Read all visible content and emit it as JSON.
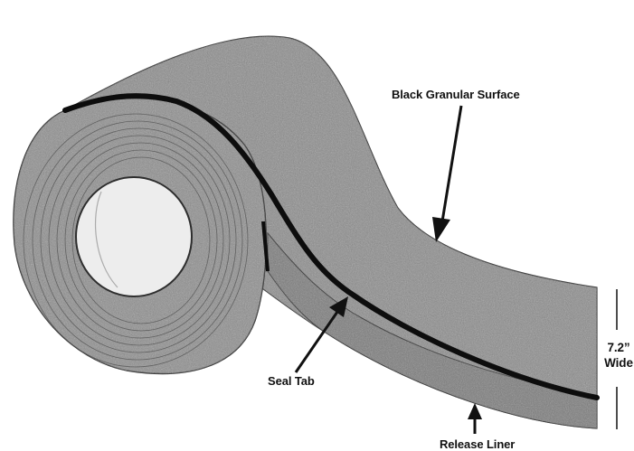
{
  "diagram": {
    "labels": {
      "surface": "Black Granular Surface",
      "seal_tab": "Seal Tab",
      "release_liner": "Release Liner",
      "width_value": "7.2”",
      "width_unit": "Wide"
    },
    "colors": {
      "tape": "#7d7d7d",
      "tape_edge": "#3c3c3c",
      "seal_stripe": "#0d0d0d",
      "core": "#ededed",
      "arrow": "#111111"
    }
  }
}
